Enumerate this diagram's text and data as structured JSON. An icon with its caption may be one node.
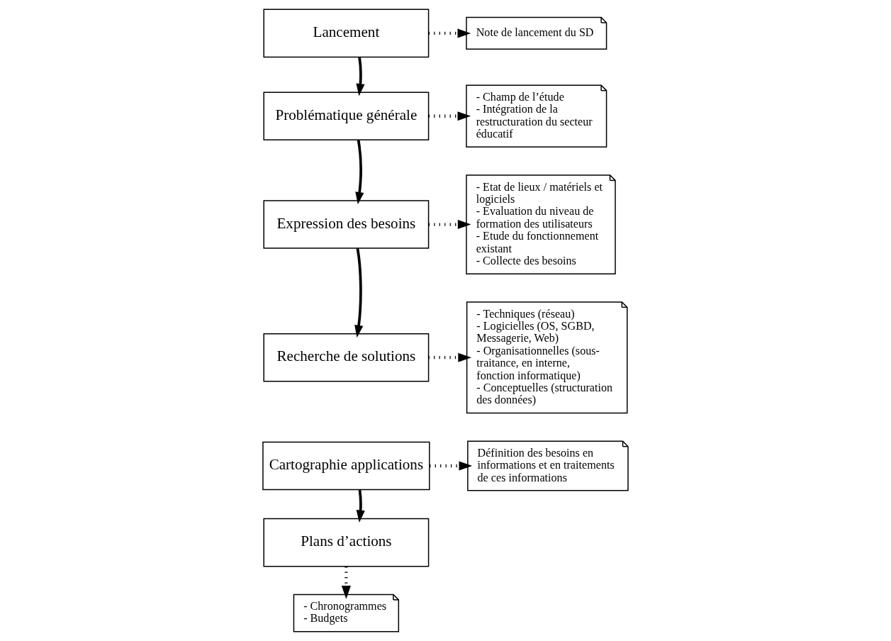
{
  "diagram": {
    "nodes": [
      {
        "text": [
          "Lancement"
        ]
      },
      {
        "text": [
          "Note de lancement du SD"
        ]
      },
      {
        "text": [
          "Problématique générale"
        ]
      },
      {
        "text": [
          "- Champ de l’étude",
          "- Intégration de la restructuration du secteur éducatif"
        ]
      },
      {
        "text": [
          "Expression des besoins"
        ]
      },
      {
        "text": [
          "- Etat de lieux / matériels et logiciels",
          "- Evaluation du niveau de formation des utilisateurs",
          "- Etude du fonctionnement existant",
          "- Collecte des besoins"
        ]
      },
      {
        "text": [
          "Recherche de solutions"
        ]
      },
      {
        "text": [
          "- Techniques (réseau)",
          "- Logicielles (OS, SGBD, Messagerie, Web)",
          "- Organisationnelles (sous-traitance, en interne, fonction informatique)",
          "- Conceptuelles (structuration des données)"
        ]
      },
      {
        "text": [
          "Cartographie applications"
        ]
      },
      {
        "text": [
          "Définition des besoins en informations et en traitements de ces informations"
        ]
      },
      {
        "text": [
          "Plans d’actions"
        ]
      },
      {
        "text": [
          "- Chronogrammes",
          "- Budgets"
        ]
      }
    ],
    "edges": [
      {
        "from": 0,
        "to": 1,
        "arrow": "to",
        "style": "dashed"
      },
      {
        "from": 0,
        "to": 2,
        "arrow": "to"
      },
      {
        "from": 2,
        "to": 3,
        "arrow": "to",
        "style": "dashed"
      },
      {
        "from": 2,
        "to": 4,
        "arrow": "to"
      },
      {
        "from": 4,
        "to": 5,
        "arrow": "to",
        "style": "dashed"
      },
      {
        "from": 4,
        "to": 6,
        "arrow": "to"
      },
      {
        "from": 6,
        "to": 7,
        "arrow": "to",
        "style": "dashed"
      },
      {
        "from": 8,
        "to": 9,
        "arrow": "to",
        "style": "dashed"
      },
      {
        "from": 8,
        "to": 10,
        "arrow": "to"
      },
      {
        "from": 10,
        "to": 11,
        "arrow": "to",
        "style": "dashed"
      }
    ]
  }
}
